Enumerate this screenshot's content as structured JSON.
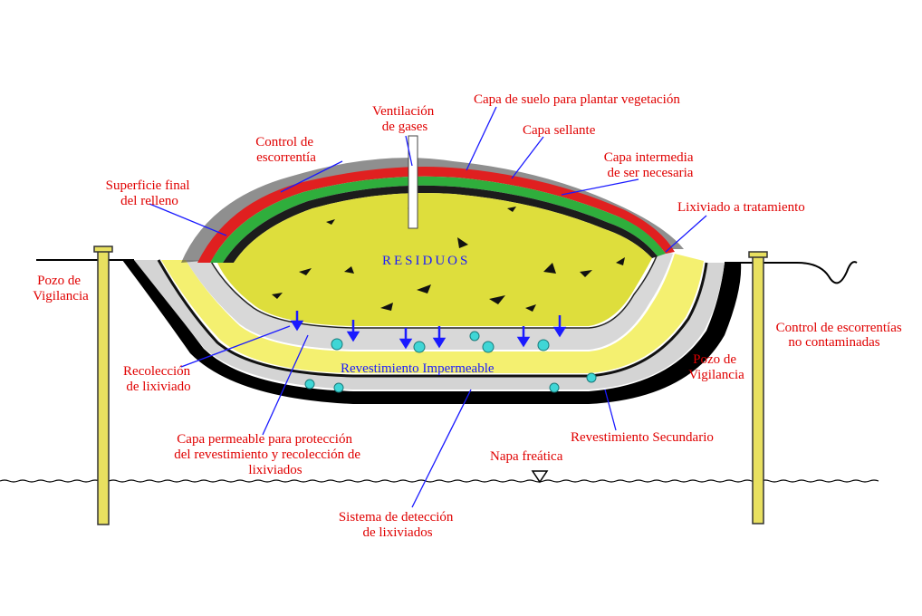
{
  "labels": {
    "ventilacion": [
      "Ventilación",
      "de gases"
    ],
    "capa_suelo": "Capa de suelo para plantar vegetación",
    "capa_sellante": "Capa sellante",
    "control_escorrentia": [
      "Control de",
      "escorrentía"
    ],
    "capa_intermedia": [
      "Capa intermedia",
      "de ser necesaria"
    ],
    "superficie_final": [
      "Superficie final",
      "del relleno"
    ],
    "lixiviado_tratamiento": "Lixiviado a tratamiento",
    "residuos": "RESIDUOS",
    "pozo_izq": [
      "Pozo de",
      "Vigilancia"
    ],
    "control_no_contaminadas": [
      "Control de escorrentías",
      "no contaminadas"
    ],
    "pozo_der": [
      "Pozo de",
      "Vigilancia"
    ],
    "recoleccion": [
      "Recolección",
      "de lixiviado"
    ],
    "revestimiento_impermeable": "Revestimiento Impermeable",
    "capa_permeable": [
      "Capa permeable para protección",
      "del revestimiento y recolección de",
      "lixiviados"
    ],
    "revestimiento_secundario": "Revestimiento Secundario",
    "napa_freatica": "Napa freática",
    "sistema_deteccion": [
      "Sistema de detección",
      "de lixiviados"
    ]
  },
  "colors": {
    "label_red": "#e00000",
    "leader_blue": "#1a1aff",
    "waste_yellow": "#dede3c",
    "sand_yellow": "#f4f070",
    "gray_liner": "#d4d4d4",
    "red_soil_layer": "#e02020",
    "green_seal_layer": "#2fae3c",
    "pipe_cyan": "#3fd6d6",
    "well_pipe": "#e8e060"
  }
}
